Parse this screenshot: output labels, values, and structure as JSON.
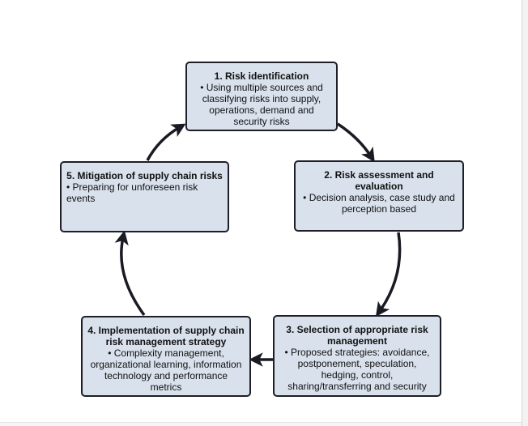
{
  "colors": {
    "box_fill": "#d8e1ec",
    "box_border": "#1e1e28",
    "arrow": "#1a1a24",
    "background": "#ffffff"
  },
  "steps": [
    {
      "title": "1. Risk identification",
      "body": "• Using multiple sources and classifying risks into supply, operations, demand and security risks"
    },
    {
      "title": "2. Risk assessment and evaluation",
      "body": "• Decision analysis, case study and perception based"
    },
    {
      "title": "3. Selection of appropriate risk management",
      "body": "• Proposed strategies: avoidance, postponement, speculation, hedging, control, sharing/transferring and security"
    },
    {
      "title": "4. Implementation of supply chain risk management strategy",
      "body": "• Complexity management, organizational learning, information technology and performance metrics"
    },
    {
      "title": "5. Mitigation of supply chain risks",
      "body": "• Preparing for unforeseen risk events"
    }
  ]
}
